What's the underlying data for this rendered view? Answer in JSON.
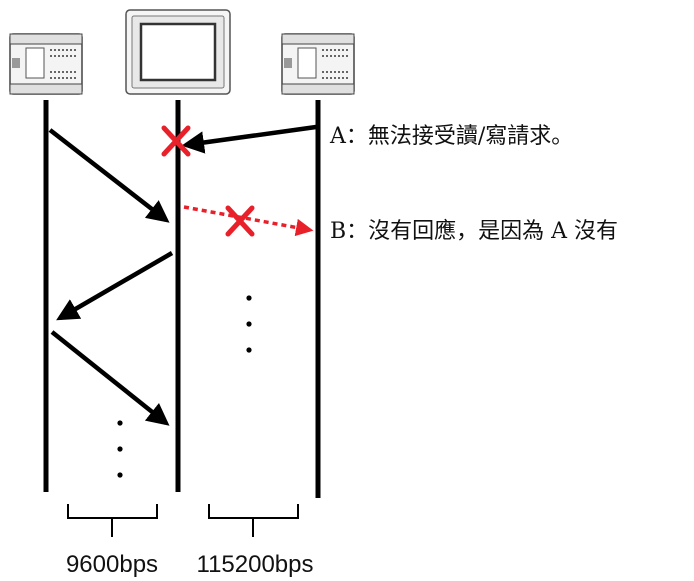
{
  "annotations": {
    "a": "A：無法接受讀/寫請求。",
    "b": "B：沒有回應，是因為 A 沒有"
  },
  "baud_rates": {
    "left": "9600bps",
    "right": "115200bps"
  },
  "icons": {
    "left_device": "plc-icon",
    "center_device": "hmi-panel-icon",
    "right_device": "plc-icon",
    "failure_mark": "x-icon"
  },
  "colors": {
    "line": "#000000",
    "error": "#e8202a"
  }
}
